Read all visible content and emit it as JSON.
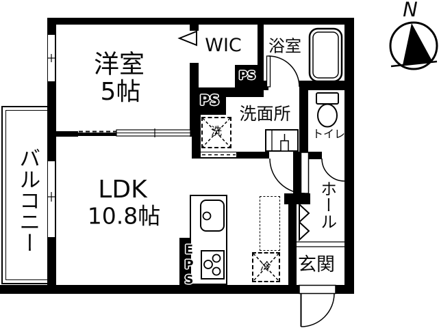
{
  "compass": {
    "north_label": "N"
  },
  "rooms": {
    "western": {
      "name": "洋室",
      "size": "5帖"
    },
    "ldk": {
      "name": "LDK",
      "size": "10.8帖"
    },
    "wic": {
      "name": "WIC"
    },
    "bath": {
      "name": "浴室"
    },
    "washroom": {
      "name": "洗面所"
    },
    "toilet": {
      "name": "トイレ"
    },
    "hall": {
      "name": "ホール"
    },
    "entrance": {
      "name": "玄関"
    },
    "balcony": {
      "name": "バルコニー"
    }
  },
  "fixtures": {
    "washing_machine": {
      "label": "洗"
    },
    "refrigerator": {
      "label": "冷"
    }
  },
  "shafts": {
    "ps_upper": {
      "label": "PS"
    },
    "ps_lower": {
      "label": "PS"
    },
    "eps": {
      "label": "EPS"
    }
  },
  "colors": {
    "wall": "#000000",
    "background": "#ffffff",
    "line": "#000000"
  }
}
